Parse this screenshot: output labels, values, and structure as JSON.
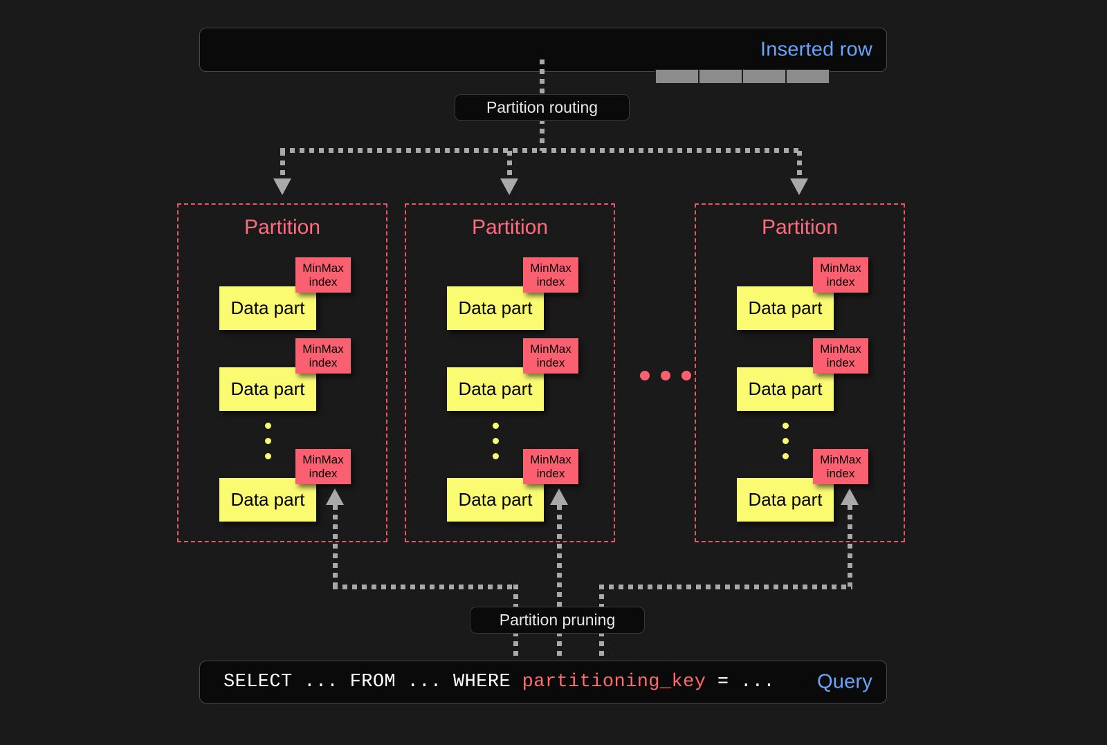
{
  "diagram": {
    "background_color": "#1a1a1a",
    "accent_blue": "#6ba4f8",
    "accent_red": "#ff6b7f",
    "data_part_color": "#fbfb72",
    "minmax_color": "#fb6070",
    "connector_color": "#a9a9a9"
  },
  "inserted_row": {
    "label": "Inserted row",
    "cell_count": 4,
    "cells": [
      "",
      "",
      "",
      ""
    ]
  },
  "partition_routing": {
    "label": "Partition routing"
  },
  "partitions": [
    {
      "title": "Partition",
      "parts": [
        {
          "part_label": "Data part",
          "index_line1": "MinMax",
          "index_line2": "index"
        },
        {
          "part_label": "Data part",
          "index_line1": "MinMax",
          "index_line2": "index"
        },
        {
          "part_label": "Data part",
          "index_line1": "MinMax",
          "index_line2": "index"
        }
      ],
      "ellipsis_dots": 3
    },
    {
      "title": "Partition",
      "parts": [
        {
          "part_label": "Data part",
          "index_line1": "MinMax",
          "index_line2": "index"
        },
        {
          "part_label": "Data part",
          "index_line1": "MinMax",
          "index_line2": "index"
        },
        {
          "part_label": "Data part",
          "index_line1": "MinMax",
          "index_line2": "index"
        }
      ],
      "ellipsis_dots": 3
    },
    {
      "title": "Partition",
      "parts": [
        {
          "part_label": "Data part",
          "index_line1": "MinMax",
          "index_line2": "index"
        },
        {
          "part_label": "Data part",
          "index_line1": "MinMax",
          "index_line2": "index"
        },
        {
          "part_label": "Data part",
          "index_line1": "MinMax",
          "index_line2": "index"
        }
      ],
      "ellipsis_dots": 3
    }
  ],
  "partition_ellipsis_dots": 3,
  "partition_pruning": {
    "label": "Partition pruning"
  },
  "query": {
    "label": "Query",
    "sql_prefix": "SELECT ... FROM ... WHERE ",
    "sql_keyword": "partitioning_key",
    "sql_suffix": " = ..."
  }
}
